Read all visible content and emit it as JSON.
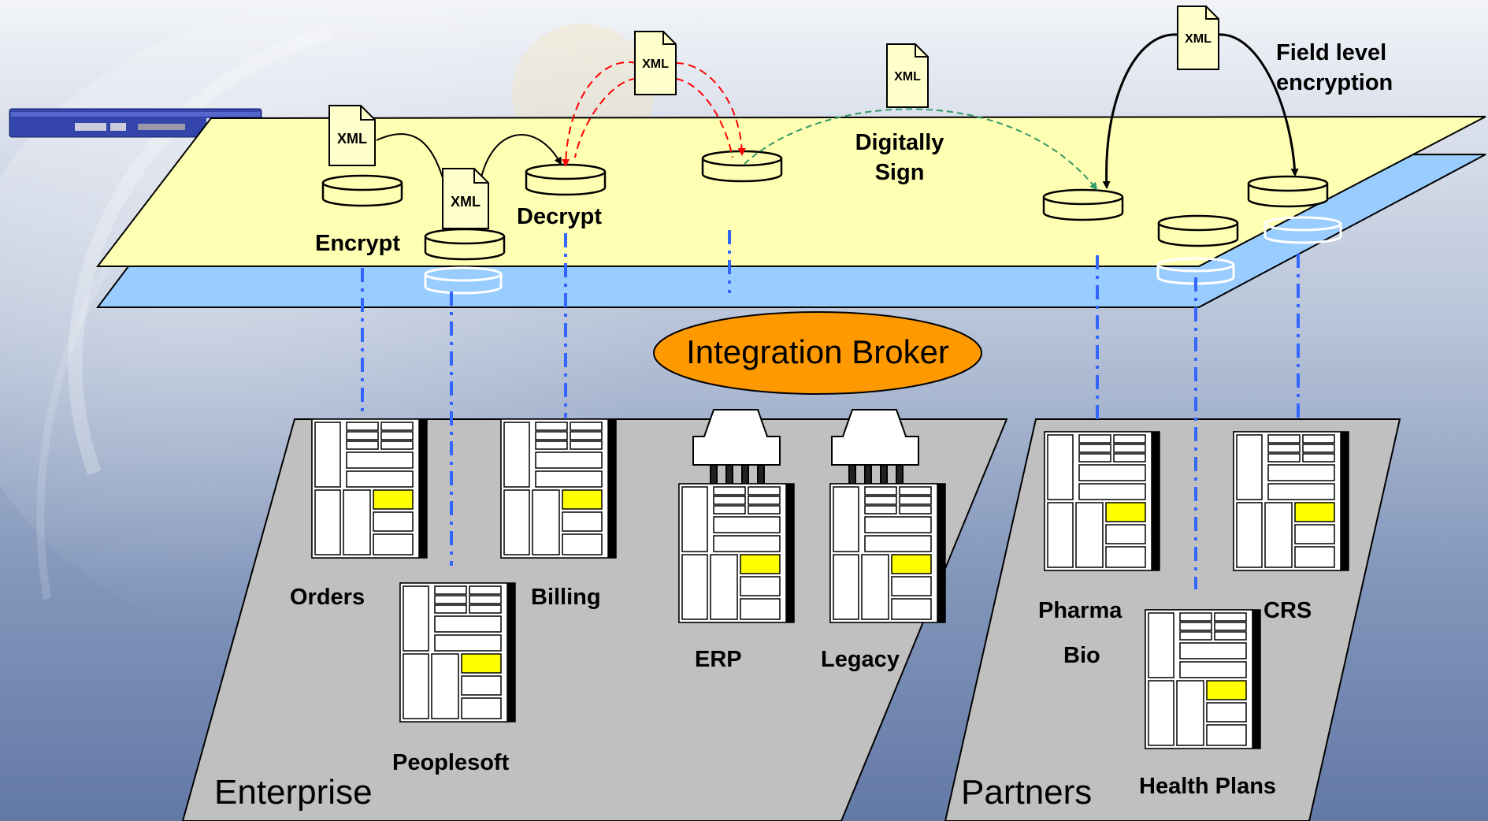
{
  "document_icons": {
    "xml_label": "XML"
  },
  "layer_labels": {
    "encrypt": "Encrypt",
    "decrypt": "Decrypt",
    "digitally_sign_line1": "Digitally",
    "digitally_sign_line2": "Sign",
    "field_level_line1": "Field level",
    "field_level_line2": "encryption"
  },
  "broker": {
    "label": "Integration Broker"
  },
  "regions": {
    "enterprise": "Enterprise",
    "partners": "Partners"
  },
  "systems": {
    "orders": "Orders",
    "peoplesoft": "Peoplesoft",
    "billing": "Billing",
    "erp": "ERP",
    "legacy": "Legacy",
    "pharma": "Pharma",
    "bio": "Bio",
    "crs": "CRS",
    "health_plans": "Health Plans"
  },
  "colors": {
    "security_layer": "#ffffb3",
    "blue_layer": "#99ccff",
    "platform": "#c0c0c0",
    "broker_fill": "#ff9900",
    "connector": "#3366ff",
    "rack_accent": "#ffff00",
    "decrypt_arrow": "#ff0000",
    "sign_arrow": "#339966",
    "appliance": "#3344aa"
  },
  "icons": {
    "appliance": "datapower-appliance-icon",
    "server": "server-rack-icon",
    "adapter": "adapter-connector-icon",
    "document": "xml-document-icon",
    "node": "security-node-icon"
  }
}
